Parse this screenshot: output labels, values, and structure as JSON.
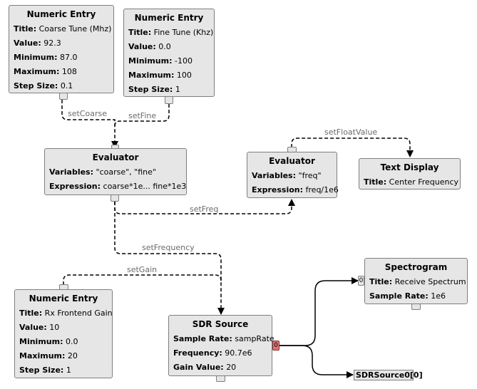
{
  "blocks": {
    "coarse_entry": {
      "title": "Numeric Entry",
      "props": [
        {
          "key": "Title:",
          "value": "Coarse Tune (Mhz)"
        },
        {
          "key": "Value:",
          "value": "92.3"
        },
        {
          "key": "Minimum:",
          "value": "87.0"
        },
        {
          "key": "Maximum:",
          "value": "108"
        },
        {
          "key": "Step Size:",
          "value": "0.1"
        }
      ]
    },
    "fine_entry": {
      "title": "Numeric Entry",
      "props": [
        {
          "key": "Title:",
          "value": "Fine Tune (Khz)"
        },
        {
          "key": "Value:",
          "value": "0.0"
        },
        {
          "key": "Minimum:",
          "value": "-100"
        },
        {
          "key": "Maximum:",
          "value": "100"
        },
        {
          "key": "Step Size:",
          "value": "1"
        }
      ]
    },
    "evaluator_main": {
      "title": "Evaluator",
      "props": [
        {
          "key": "Variables:",
          "value": "\"coarse\", \"fine\""
        },
        {
          "key": "Expression:",
          "value": "coarse*1e... fine*1e3"
        }
      ]
    },
    "evaluator_freq": {
      "title": "Evaluator",
      "props": [
        {
          "key": "Variables:",
          "value": "\"freq\""
        },
        {
          "key": "Expression:",
          "value": "freq/1e6"
        }
      ]
    },
    "text_display": {
      "title": "Text Display",
      "props": [
        {
          "key": "Title:",
          "value": "Center Frequency"
        }
      ]
    },
    "spectrogram": {
      "title": "Spectrogram",
      "props": [
        {
          "key": "Title:",
          "value": "Receive Spectrum"
        },
        {
          "key": "Sample Rate:",
          "value": "1e6"
        }
      ]
    },
    "gain_entry": {
      "title": "Numeric Entry",
      "props": [
        {
          "key": "Title:",
          "value": "Rx Frontend Gain"
        },
        {
          "key": "Value:",
          "value": "10"
        },
        {
          "key": "Minimum:",
          "value": "0.0"
        },
        {
          "key": "Maximum:",
          "value": "20"
        },
        {
          "key": "Step Size:",
          "value": "1"
        }
      ]
    },
    "sdr_source": {
      "title": "SDR Source",
      "props": [
        {
          "key": "Sample Rate:",
          "value": "sampRate"
        },
        {
          "key": "Frequency:",
          "value": "90.7e6"
        },
        {
          "key": "Gain Value:",
          "value": "20"
        }
      ]
    }
  },
  "ports": {
    "sdr_out": "0",
    "spectrogram_in": "0"
  },
  "virtual_sink": "SDRSource0[0]",
  "message_labels": {
    "set_coarse": "setCoarse",
    "set_fine": "setFine",
    "set_float_value": "setFloatValue",
    "set_freq": "setFreq",
    "set_frequency": "setFrequency",
    "set_gain": "setGain"
  },
  "colors": {
    "block_fill": "#e6e6e6",
    "block_border": "#7f7f7f",
    "output_port": "#e57373",
    "message_label": "#6b6b6b"
  }
}
